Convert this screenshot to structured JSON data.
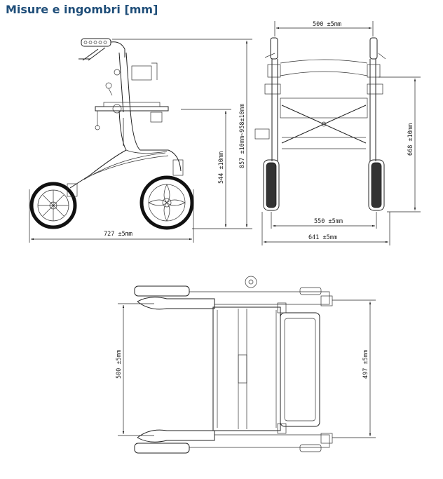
{
  "title": "Misure e ingombri [mm]",
  "dimensions": {
    "side_width": "727  ±5mm",
    "side_seat_height": "544  ±10mm",
    "side_handle_height": "857 ±10mm~958±10mm",
    "front_handle_span": "500  ±5mm",
    "front_height": "668  ±10mm",
    "front_inner_width": "550  ±5mm",
    "front_overall_width": "641  ±5mm",
    "top_left_width": "500  ±5mm",
    "top_right_width": "497  ±5mm"
  }
}
